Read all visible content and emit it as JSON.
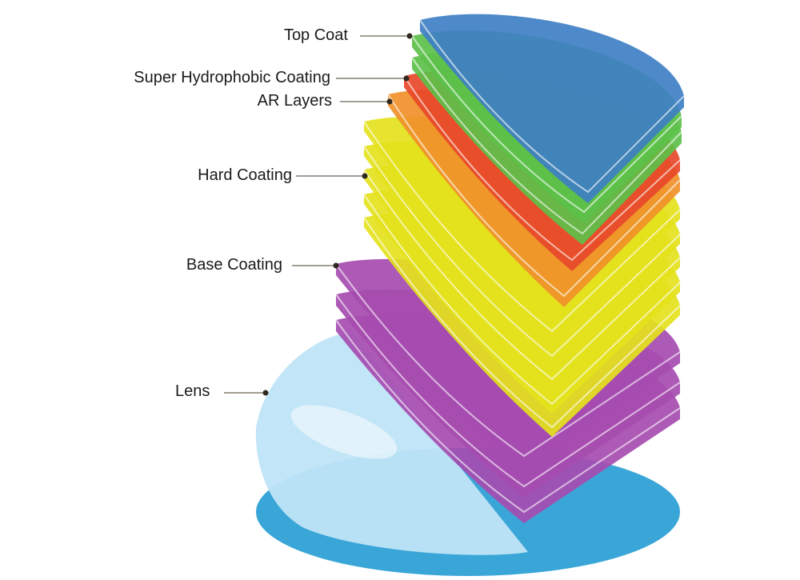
{
  "labels": [
    {
      "id": "top-coat",
      "text": "Top Coat"
    },
    {
      "id": "super-hydrophobic",
      "text": "Super Hydrophobic Coating"
    },
    {
      "id": "ar-layers",
      "text": "AR Layers"
    },
    {
      "id": "hard-coating",
      "text": "Hard Coating"
    },
    {
      "id": "base-coating",
      "text": "Base Coating"
    },
    {
      "id": "lens",
      "text": "Lens"
    }
  ],
  "colors": {
    "lens": "#bfe4f7",
    "lens_rim": "#3aa6d8",
    "base_coating": "#a64cb0",
    "hard_coating": "#e4e21c",
    "ar_layers": "#f0902a",
    "super_hydrophobic": "#e8482a",
    "top_coat_green": "#5cc04a",
    "top_coat_blue": "#3f7fc4",
    "leader": "#6b6455",
    "dot": "#2e2a1e"
  }
}
